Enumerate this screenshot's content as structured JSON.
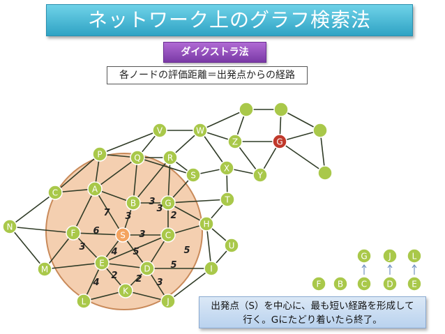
{
  "title": "ネットワーク上のグラフ検索法",
  "subtitle": "ダイクストラ法",
  "caption": "各ノードの評価距離＝出発点からの経路",
  "note_line1": "出発点（S）を中心に、最も短い経路を形成して",
  "note_line2": "行く。Gにたどり着いたら終了。",
  "colors": {
    "node_fill": "#a9c84a",
    "start_fill": "#f4a460",
    "goal_fill": "#c0392b",
    "region_fill": "#f2c7a2",
    "region_stroke": "#c98a5a",
    "edge": "#2f3b26",
    "label": "#ffffff",
    "weight": "#222222"
  },
  "nodes": [
    {
      "id": "V",
      "label": "V"
    },
    {
      "id": "W",
      "label": "W"
    },
    {
      "id": "Z",
      "label": "Z"
    },
    {
      "id": "G",
      "label": "G"
    },
    {
      "id": "N1",
      "label": ""
    },
    {
      "id": "N2",
      "label": ""
    },
    {
      "id": "N3",
      "label": ""
    },
    {
      "id": "N4",
      "label": ""
    },
    {
      "id": "P",
      "label": "P"
    },
    {
      "id": "Q",
      "label": "Q"
    },
    {
      "id": "R",
      "label": "R"
    },
    {
      "id": "S2",
      "label": "S"
    },
    {
      "id": "X",
      "label": "X"
    },
    {
      "id": "Y",
      "label": "Y"
    },
    {
      "id": "C2",
      "label": "C"
    },
    {
      "id": "A",
      "label": "A"
    },
    {
      "id": "T",
      "label": "T"
    },
    {
      "id": "B",
      "label": "B"
    },
    {
      "id": "G2",
      "label": "G"
    },
    {
      "id": "N",
      "label": "N"
    },
    {
      "id": "F",
      "label": "F"
    },
    {
      "id": "S",
      "label": "S"
    },
    {
      "id": "C",
      "label": "C"
    },
    {
      "id": "H",
      "label": "H"
    },
    {
      "id": "U",
      "label": "U"
    },
    {
      "id": "E",
      "label": "E"
    },
    {
      "id": "M",
      "label": "M"
    },
    {
      "id": "D",
      "label": "D"
    },
    {
      "id": "I",
      "label": "I"
    },
    {
      "id": "K",
      "label": "K"
    },
    {
      "id": "L",
      "label": "L"
    },
    {
      "id": "J",
      "label": "J"
    }
  ],
  "edges": [
    [
      "V",
      "W"
    ],
    [
      "W",
      "Z"
    ],
    [
      "Z",
      "G"
    ],
    [
      "W",
      "N1"
    ],
    [
      "Z",
      "N1"
    ],
    [
      "N1",
      "N2"
    ],
    [
      "N2",
      "G"
    ],
    [
      "N2",
      "N3"
    ],
    [
      "G",
      "N3"
    ],
    [
      "N3",
      "N4"
    ],
    [
      "G",
      "N4"
    ],
    [
      "Z",
      "Y"
    ],
    [
      "Y",
      "G"
    ],
    [
      "X",
      "Y"
    ],
    [
      "S2",
      "X"
    ],
    [
      "W",
      "X"
    ],
    [
      "V",
      "Q"
    ],
    [
      "V",
      "P"
    ],
    [
      "Q",
      "R"
    ],
    [
      "R",
      "S2"
    ],
    [
      "R",
      "W"
    ],
    [
      "Q",
      "S2"
    ],
    [
      "P",
      "Q"
    ],
    [
      "P",
      "C2"
    ],
    [
      "P",
      "A"
    ],
    [
      "C2",
      "A"
    ],
    [
      "Q",
      "A"
    ],
    [
      "Q",
      "B"
    ],
    [
      "R",
      "B"
    ],
    [
      "R",
      "G2"
    ],
    [
      "S2",
      "G2"
    ],
    [
      "X",
      "T"
    ],
    [
      "T",
      "H"
    ],
    [
      "T",
      "G2"
    ],
    [
      "A",
      "B"
    ],
    [
      "A",
      "F"
    ],
    [
      "A",
      "S"
    ],
    [
      "B",
      "G2"
    ],
    [
      "B",
      "S"
    ],
    [
      "G2",
      "C"
    ],
    [
      "G2",
      "H"
    ],
    [
      "N",
      "C2"
    ],
    [
      "N",
      "F"
    ],
    [
      "N",
      "M"
    ],
    [
      "F",
      "S"
    ],
    [
      "F",
      "E"
    ],
    [
      "S",
      "C"
    ],
    [
      "S",
      "E"
    ],
    [
      "C",
      "H"
    ],
    [
      "C",
      "D"
    ],
    [
      "C",
      "E"
    ],
    [
      "H",
      "U"
    ],
    [
      "U",
      "I"
    ],
    [
      "H",
      "I"
    ],
    [
      "E",
      "M"
    ],
    [
      "E",
      "D"
    ],
    [
      "E",
      "K"
    ],
    [
      "E",
      "L"
    ],
    [
      "D",
      "K"
    ],
    [
      "D",
      "J"
    ],
    [
      "D",
      "I"
    ],
    [
      "K",
      "L"
    ],
    [
      "K",
      "J"
    ],
    [
      "I",
      "J"
    ],
    [
      "F",
      "M"
    ],
    [
      "S",
      "D"
    ]
  ],
  "weights": [
    {
      "id": "w1",
      "text": "3"
    },
    {
      "id": "w2",
      "text": "3"
    },
    {
      "id": "w3",
      "text": "7"
    },
    {
      "id": "w4",
      "text": "3"
    },
    {
      "id": "w5",
      "text": "2"
    },
    {
      "id": "w6",
      "text": "6"
    },
    {
      "id": "w7",
      "text": "3"
    },
    {
      "id": "w8",
      "text": "3"
    },
    {
      "id": "w9",
      "text": "4"
    },
    {
      "id": "w10",
      "text": "5"
    },
    {
      "id": "w11",
      "text": "5"
    },
    {
      "id": "w12",
      "text": "5"
    },
    {
      "id": "w13",
      "text": "2"
    },
    {
      "id": "w14",
      "text": "4"
    },
    {
      "id": "w15",
      "text": "2"
    },
    {
      "id": "w16",
      "text": "3"
    }
  ],
  "legend_nodes": [
    {
      "id": "lF",
      "label": "F"
    },
    {
      "id": "lB",
      "label": "B"
    },
    {
      "id": "lC",
      "label": "C"
    },
    {
      "id": "lD",
      "label": "D"
    },
    {
      "id": "lE",
      "label": "E"
    },
    {
      "id": "lG",
      "label": "G"
    },
    {
      "id": "lJ",
      "label": "J"
    },
    {
      "id": "lL",
      "label": "L"
    }
  ],
  "legend_arrows": [
    [
      "lC",
      "lG"
    ],
    [
      "lD",
      "lJ"
    ],
    [
      "lE",
      "lL"
    ]
  ]
}
